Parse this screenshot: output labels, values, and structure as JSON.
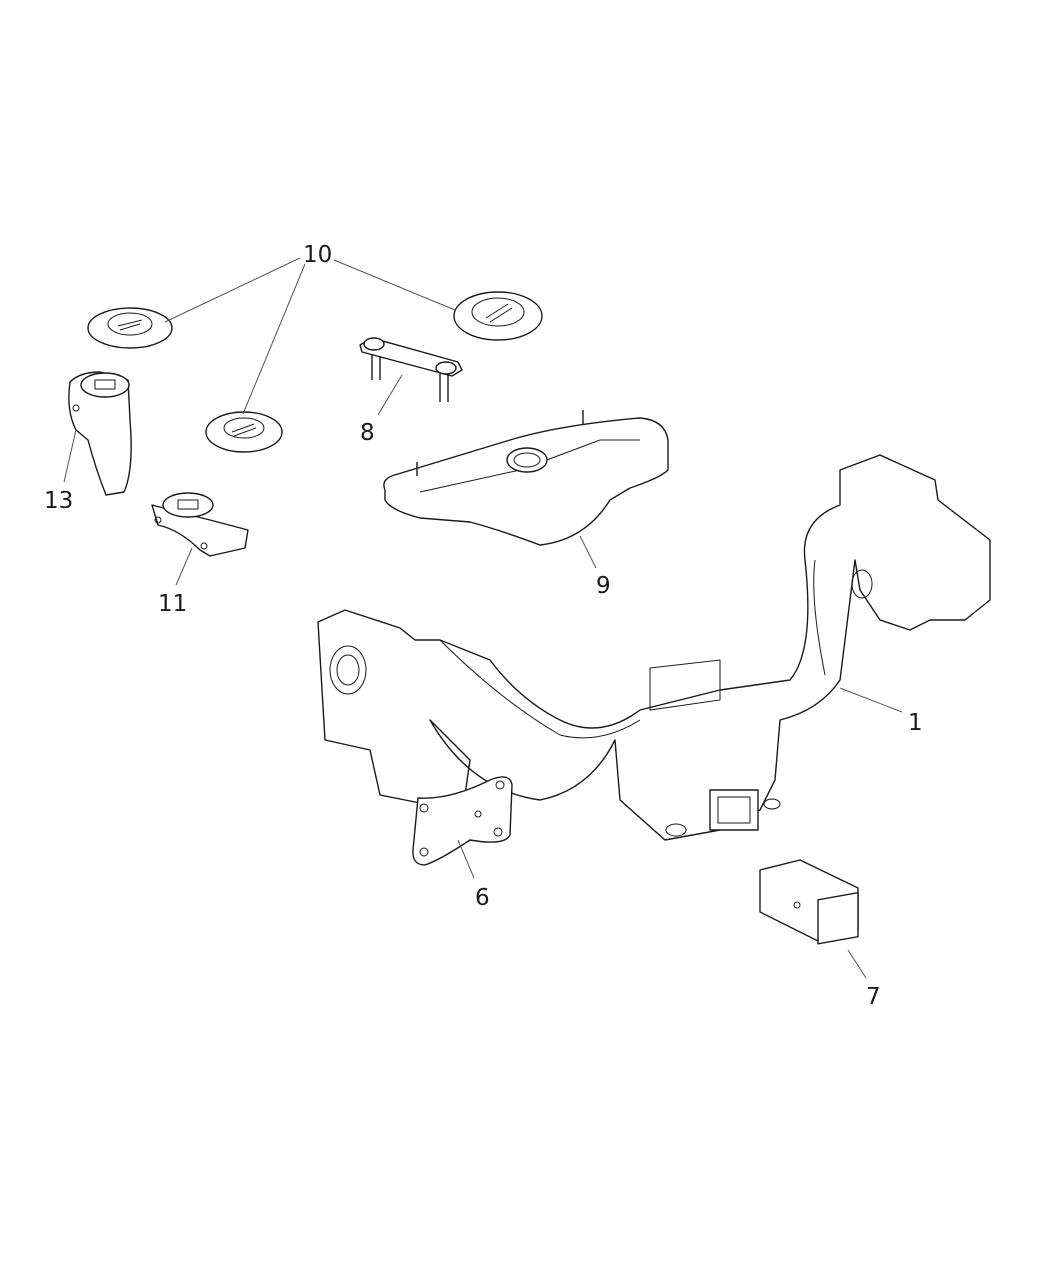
{
  "diagram": {
    "type": "exploded-parts-view",
    "callouts": [
      {
        "id": "1",
        "label": "1"
      },
      {
        "id": "6",
        "label": "6"
      },
      {
        "id": "7",
        "label": "7"
      },
      {
        "id": "8",
        "label": "8"
      },
      {
        "id": "9",
        "label": "9"
      },
      {
        "id": "10",
        "label": "10"
      },
      {
        "id": "11",
        "label": "11"
      },
      {
        "id": "13",
        "label": "13"
      }
    ],
    "colors": {
      "line": "#1a1a1a",
      "leader": "#555555",
      "background": "#ffffff"
    }
  }
}
